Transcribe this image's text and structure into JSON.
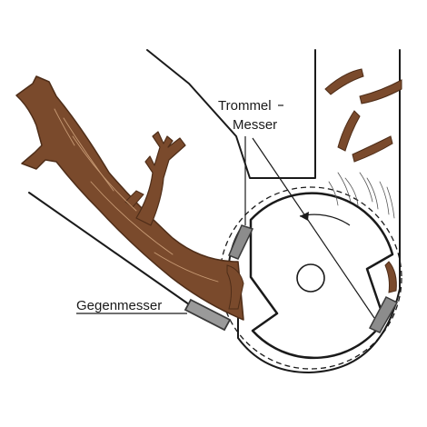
{
  "labels": {
    "trommel": "Trommel",
    "messer": "Messer",
    "gegenmesser": "Gegenmesser"
  },
  "colors": {
    "wood": "#7a4a2c",
    "wood_dark": "#4e2d18",
    "outline": "#1a1a1a",
    "blade": "#8c8c8c",
    "blade_dark": "#3a3a3a"
  }
}
